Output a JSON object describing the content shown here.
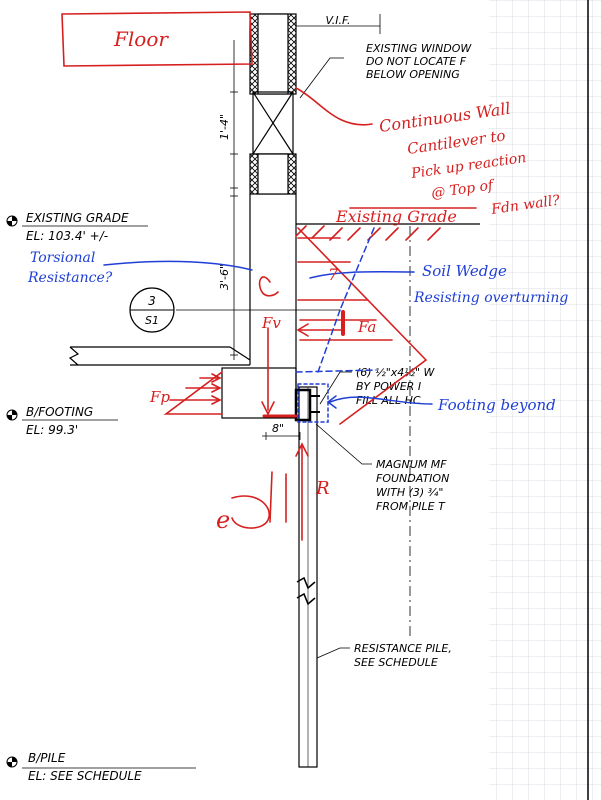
{
  "drawing": {
    "vif_label": "V.I.F.",
    "window_note": [
      "EXISTING WINDOW",
      "DO NOT LOCATE F",
      "BELOW OPENING"
    ],
    "dim_upper": "1'-4\"",
    "dim_lower": "3'-6\"",
    "dim_width": "8\"",
    "existing_grade": {
      "title": "EXISTING GRADE",
      "elev": "EL: 103.4' +/-"
    },
    "footing": {
      "title": "B/FOOTING",
      "elev": "EL: 99.3'"
    },
    "pile_base": {
      "title": "B/PILE",
      "elev": "EL: SEE SCHEDULE"
    },
    "section_tag": {
      "number": "3",
      "sheet": "S1"
    },
    "anchor_note": [
      "(6) ½\"x4½\" W",
      "BY POWER I",
      "FILL ALL HC"
    ],
    "magnum_note": [
      "MAGNUM MF",
      "FOUNDATION",
      "WITH (3) ¾\"",
      "FROM PILE T"
    ],
    "pile_note": [
      "RESISTANCE PILE,",
      "SEE SCHEDULE"
    ]
  },
  "markup": {
    "floor": "Floor",
    "continuous_wall": [
      "Continuous Wall",
      "Cantilever to",
      "Pick up reaction",
      "@ Top of",
      "Fdn wall?"
    ],
    "existing_grade": "Existing Grade",
    "torsional": [
      "Torsional",
      "Resistance?"
    ],
    "soil_wedge": [
      "Soil Wedge",
      "Resisting overturning"
    ],
    "footing_beyond": "Footing beyond",
    "fv": "Fv",
    "fa": "Fa",
    "fp": "Fp",
    "r": "R",
    "e": "e",
    "seven": "7"
  },
  "colors": {
    "markup_red": "#d62020",
    "markup_blue": "#1f3fd6",
    "ink": "#000000",
    "grid": "#d8dde3"
  }
}
